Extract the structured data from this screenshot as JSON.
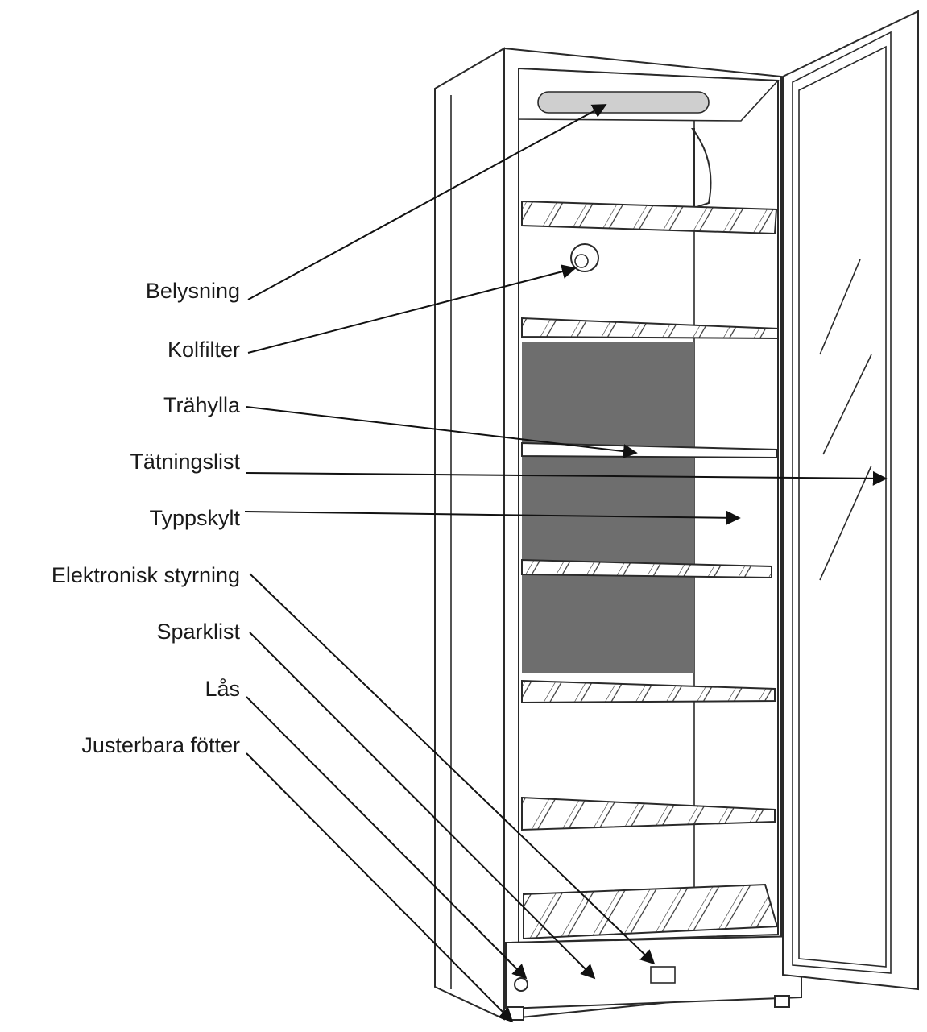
{
  "labels": {
    "belysning": "Belysning",
    "kolfilter": "Kolfilter",
    "trahylla": "Trähylla",
    "tatningslist": "Tätningslist",
    "typpskylt": "Typpskylt",
    "elektronisk_styrning": "Elektronisk styrning",
    "sparklist": "Sparklist",
    "las": "Lås",
    "justerbara_fotter": "Justerbara fötter"
  },
  "colors": {
    "line": "#2a2a2a",
    "back_panel": "#6e6e6e",
    "light_strip": "#cfcfcf"
  }
}
